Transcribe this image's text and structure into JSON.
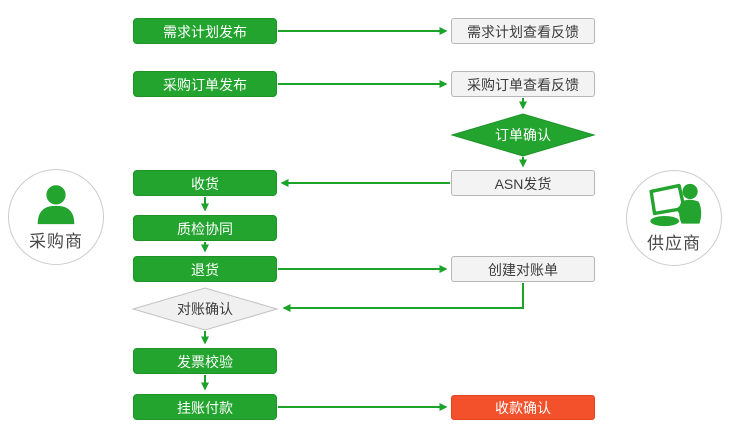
{
  "actors": {
    "buyer": {
      "label": "采购商"
    },
    "supplier": {
      "label": "供应商"
    }
  },
  "nodes": {
    "demand_plan_publish": {
      "label": "需求计划发布"
    },
    "demand_plan_feedback": {
      "label": "需求计划查看反馈"
    },
    "po_publish": {
      "label": "采购订单发布"
    },
    "po_feedback": {
      "label": "采购订单查看反馈"
    },
    "order_confirm": {
      "label": "订单确认"
    },
    "asn_ship": {
      "label": "ASN发货"
    },
    "receive": {
      "label": "收货"
    },
    "quality_check": {
      "label": "质检协同"
    },
    "return_goods": {
      "label": "退货"
    },
    "create_statement": {
      "label": "创建对账单"
    },
    "statement_confirm": {
      "label": "对账确认"
    },
    "invoice_verify": {
      "label": "发票校验"
    },
    "pending_payment": {
      "label": "挂账付款"
    },
    "payment_confirm": {
      "label": "收款确认"
    }
  },
  "edges": [
    {
      "from": "demand_plan_publish",
      "to": "demand_plan_feedback"
    },
    {
      "from": "po_publish",
      "to": "po_feedback"
    },
    {
      "from": "po_feedback",
      "to": "order_confirm"
    },
    {
      "from": "order_confirm",
      "to": "asn_ship"
    },
    {
      "from": "asn_ship",
      "to": "receive"
    },
    {
      "from": "receive",
      "to": "quality_check"
    },
    {
      "from": "quality_check",
      "to": "return_goods"
    },
    {
      "from": "return_goods",
      "to": "create_statement"
    },
    {
      "from": "create_statement",
      "to": "statement_confirm"
    },
    {
      "from": "statement_confirm",
      "to": "invoice_verify"
    },
    {
      "from": "invoice_verify",
      "to": "pending_payment"
    },
    {
      "from": "pending_payment",
      "to": "payment_confirm"
    }
  ],
  "colors": {
    "green": "#22a42e",
    "green_border": "#1d9428",
    "arrow": "#1ca32a",
    "red": "#f2512c",
    "red_border": "#e2431f",
    "gray_fill": "#f3f3f3",
    "gray_border": "#b7b7b7",
    "diamond_gray": "#f0f0f0",
    "diamond_gray_border": "#c3c3c3",
    "text_dark": "#3c3c3c",
    "circle_border": "#cccccc"
  }
}
